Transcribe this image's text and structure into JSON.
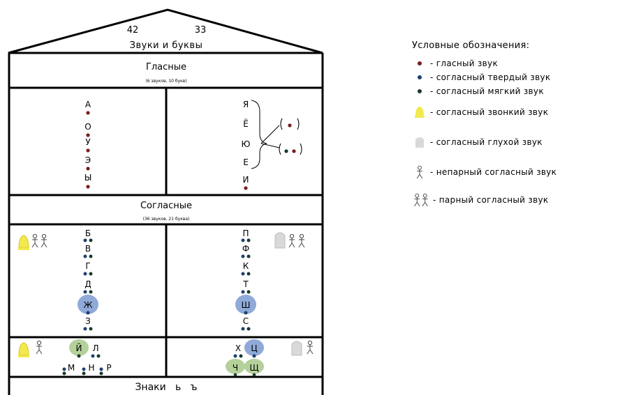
{
  "house": {
    "count_left": "42",
    "count_right": "33",
    "title": "Звуки и буквы",
    "vowels_header": "Гласные",
    "vowels_sub": "(6 звуков, 10 букв)",
    "vowels_left": [
      "А",
      "О",
      "У",
      "Э",
      "Ы"
    ],
    "vowels_right": [
      "Я",
      "Ё",
      "Ю",
      "Е",
      "И"
    ],
    "consonants_header": "Согласные",
    "consonants_sub": "(36 звуков, 21 буква)",
    "voiced_paired": [
      "Б",
      "В",
      "Г",
      "Д",
      "Ж",
      "З"
    ],
    "voiceless_paired": [
      "П",
      "Ф",
      "К",
      "Т",
      "Ш",
      "С"
    ],
    "voiced_unpaired_top": [
      "Й",
      "Л"
    ],
    "voiced_unpaired_bottom": [
      "М",
      "Н",
      "Р"
    ],
    "voiceless_unpaired_top": [
      "Х",
      "Ц"
    ],
    "voiceless_unpaired_bottom": [
      "Ч",
      "Щ"
    ],
    "signs": "Знаки   ь   ъ"
  },
  "legend": {
    "title": "Условные обозначения:",
    "vowel": "- гласный звук",
    "hard": "- согласный твердый звук",
    "soft": "- согласный мягкий звук",
    "voiced": "- согласный звонкий звук",
    "voiceless": "- согласный глухой звук",
    "unpaired": "- непарный согласный звук",
    "paired": "- парный согласный звук"
  },
  "colors": {
    "vowel_dot": "#7a1f1f",
    "hard_dot": "#1f3f6e",
    "soft_dot": "#1a3a2a",
    "bell": "#f2e94e",
    "voiceless_bg": "#d9d9d9",
    "blue_bubble": "#8fa9d8",
    "green_bubble": "#b5d19b"
  }
}
